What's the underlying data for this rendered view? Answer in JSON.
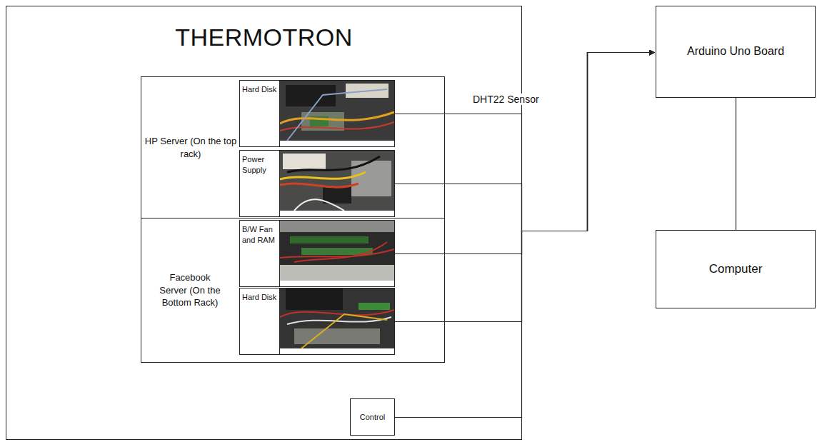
{
  "diagram": {
    "nodes": [
      {
        "text": [
          "THERMOTRON"
        ]
      },
      {
        "text": [
          "HP Server (On the top rack)"
        ],
        "in": 0
      },
      {
        "text": [
          "Hard Disk"
        ],
        "in": 1
      },
      {
        "text": [
          "Power Supply"
        ],
        "in": 1
      },
      {
        "text": [
          "Facebook Server (On the Bottom Rack)"
        ],
        "in": 0
      },
      {
        "text": [
          "B/W Fan and RAM"
        ],
        "in": 4
      },
      {
        "text": [
          "Hard Disk"
        ],
        "in": 4
      },
      {
        "text": [
          "Control"
        ],
        "in": 0
      },
      {
        "text": [
          "Arduino Uno Board"
        ]
      },
      {
        "text": [
          "Computer"
        ]
      }
    ],
    "edges": [
      {
        "from": 2,
        "to": 8,
        "arrow": "to"
      },
      {
        "from": 3,
        "to": 8,
        "arrow": "to"
      },
      {
        "from": 5,
        "to": 8,
        "arrow": "to"
      },
      {
        "from": 6,
        "to": 8,
        "arrow": "to"
      },
      {
        "from": 7,
        "to": 8,
        "arrow": "to"
      },
      {
        "from": 8,
        "to": 9,
        "arrow": "none"
      }
    ],
    "labels": [
      "DHT22 Sensor"
    ]
  }
}
